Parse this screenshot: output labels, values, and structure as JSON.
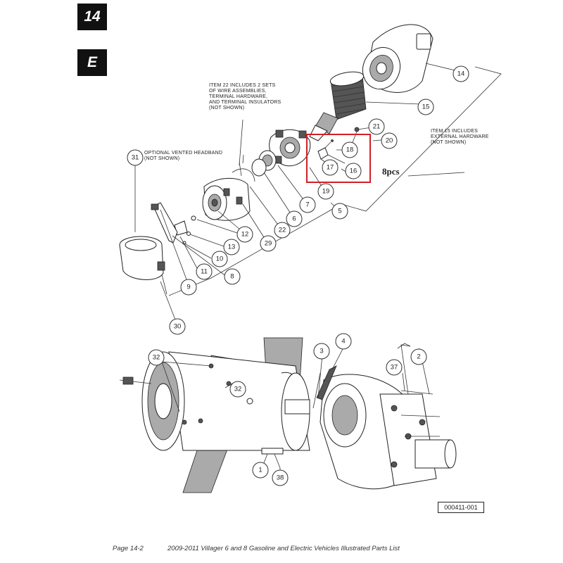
{
  "header": {
    "page_number": "14",
    "section_letter": "E"
  },
  "notes": {
    "item22": [
      "ITEM 22 INCLUDES 2 SETS",
      "OF WIRE ASSEMBLIES,",
      "TERMINAL HARDWARE,",
      "AND TERMINAL INSULATORS",
      "(NOT SHOWN)"
    ],
    "item31": [
      "OPTIONAL VENTED HEADBAND",
      "(NOT SHOWN)"
    ],
    "item15": [
      "ITEM 15 INCLUDES",
      "EXTERNAL HARDWARE",
      "(NOT SHOWN)"
    ]
  },
  "highlight": {
    "label": "8pcs",
    "color": "#d21f26"
  },
  "callouts": [
    "14",
    "15",
    "21",
    "20",
    "18",
    "17",
    "16",
    "19",
    "7",
    "5",
    "6",
    "22",
    "12",
    "13",
    "10",
    "11",
    "29",
    "8",
    "9",
    "31",
    "30",
    "32",
    "32",
    "3",
    "4",
    "2",
    "37",
    "1",
    "38"
  ],
  "drawing_number": "000411-001",
  "footer": {
    "page": "Page 14-2",
    "title": "2009-2011  Villager 6 and 8 Gasoline and Electric Vehicles  Illustrated Parts List"
  }
}
